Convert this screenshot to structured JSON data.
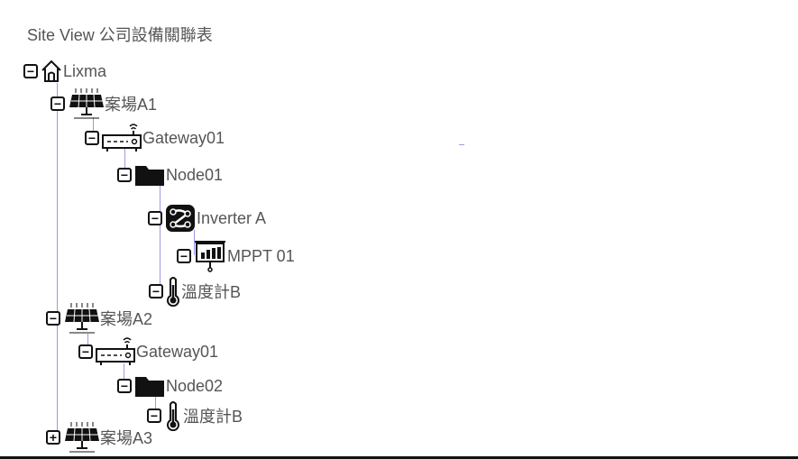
{
  "header": {
    "title": "Site View 公司設備關聯表"
  },
  "tree": {
    "root": {
      "label": "Lixma",
      "toggle": "−",
      "icon": "home-icon"
    },
    "site_a1": {
      "label": "案場A1",
      "toggle": "−",
      "icon": "solar-panel-icon"
    },
    "gateway_a1": {
      "label": "Gateway01",
      "toggle": "−",
      "icon": "gateway-router-icon"
    },
    "node01": {
      "label": "Node01",
      "toggle": "−",
      "icon": "folder-icon"
    },
    "inverter_a": {
      "label": "Inverter A",
      "toggle": "−",
      "icon": "inverter-icon"
    },
    "mppt01": {
      "label": "MPPT 01",
      "toggle": "−",
      "icon": "chart-board-icon"
    },
    "thermo_a1": {
      "label": "溫度計B",
      "toggle": "−",
      "icon": "thermometer-icon"
    },
    "site_a2": {
      "label": "案場A2",
      "toggle": "−",
      "icon": "solar-panel-icon"
    },
    "gateway_a2": {
      "label": "Gateway01",
      "toggle": "−",
      "icon": "gateway-router-icon"
    },
    "node02": {
      "label": "Node02",
      "toggle": "−",
      "icon": "folder-icon"
    },
    "thermo_a2": {
      "label": "溫度計B",
      "toggle": "−",
      "icon": "thermometer-icon"
    },
    "site_a3": {
      "label": "案場A3",
      "toggle": "+",
      "icon": "solar-panel-icon"
    }
  }
}
